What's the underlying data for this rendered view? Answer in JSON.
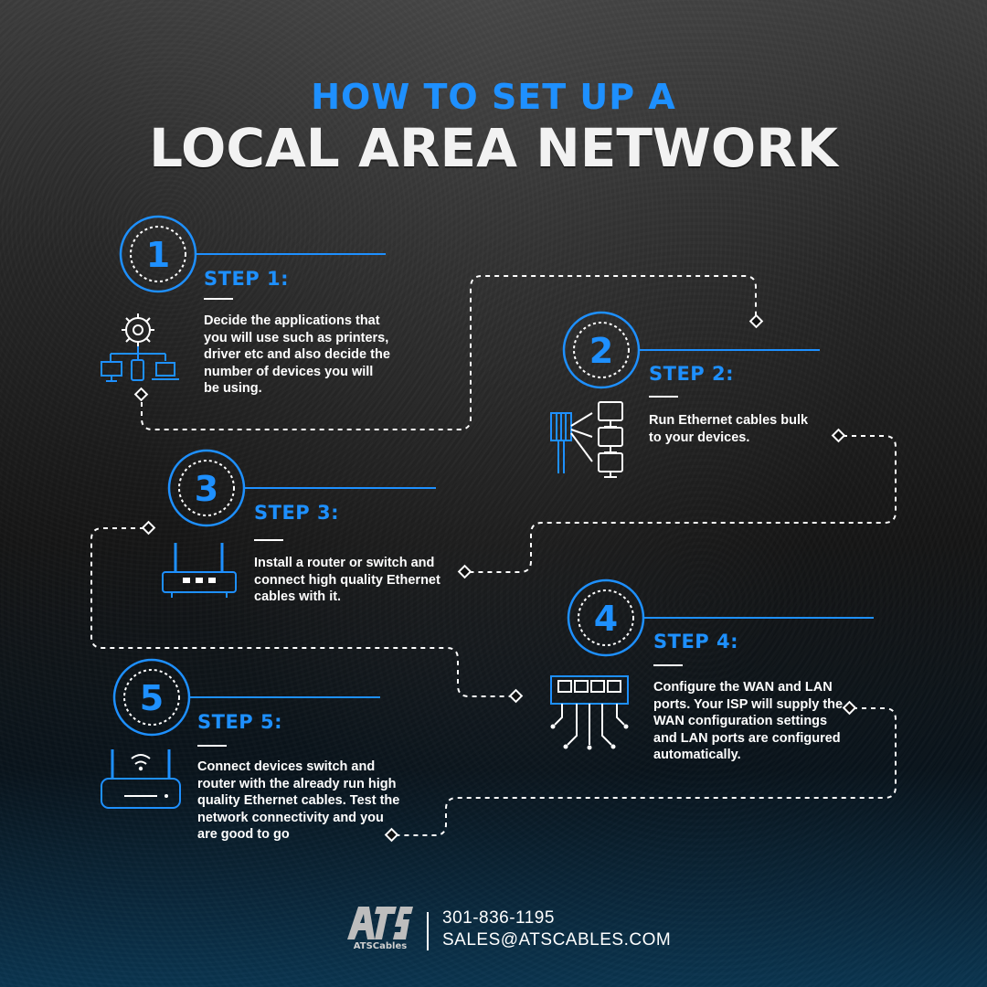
{
  "header": {
    "title_line1": "HOW TO SET UP A",
    "title_line2": "LOCAL AREA NETWORK"
  },
  "steps": [
    {
      "number": "1",
      "heading": "STEP 1:",
      "text": "Decide the applications that you will use such as printers, driver etc and also decide the number of devices you will be using.",
      "icon": "devices-network-icon"
    },
    {
      "number": "2",
      "heading": "STEP 2:",
      "text": "Run Ethernet cables bulk to your devices.",
      "icon": "ethernet-cable-icon"
    },
    {
      "number": "3",
      "heading": "STEP 3:",
      "text": "Install a router or switch and connect high quality Ethernet cables with it.",
      "icon": "router-icon"
    },
    {
      "number": "4",
      "heading": "STEP 4:",
      "text": "Configure the WAN and LAN ports. Your ISP will supply the WAN configuration settings and LAN ports are configured automatically.",
      "icon": "switch-ports-icon"
    },
    {
      "number": "5",
      "heading": "STEP 5:",
      "text": "Connect devices switch and router with the already run high quality Ethernet cables. Test the network connectivity and you are good to go",
      "icon": "wifi-router-icon"
    }
  ],
  "footer": {
    "logo_text": "ATSCables",
    "phone": "301-836-1195",
    "email": "SALES@ATSCABLES.COM"
  },
  "colors": {
    "accent": "#1e90ff",
    "text": "#ffffff"
  }
}
